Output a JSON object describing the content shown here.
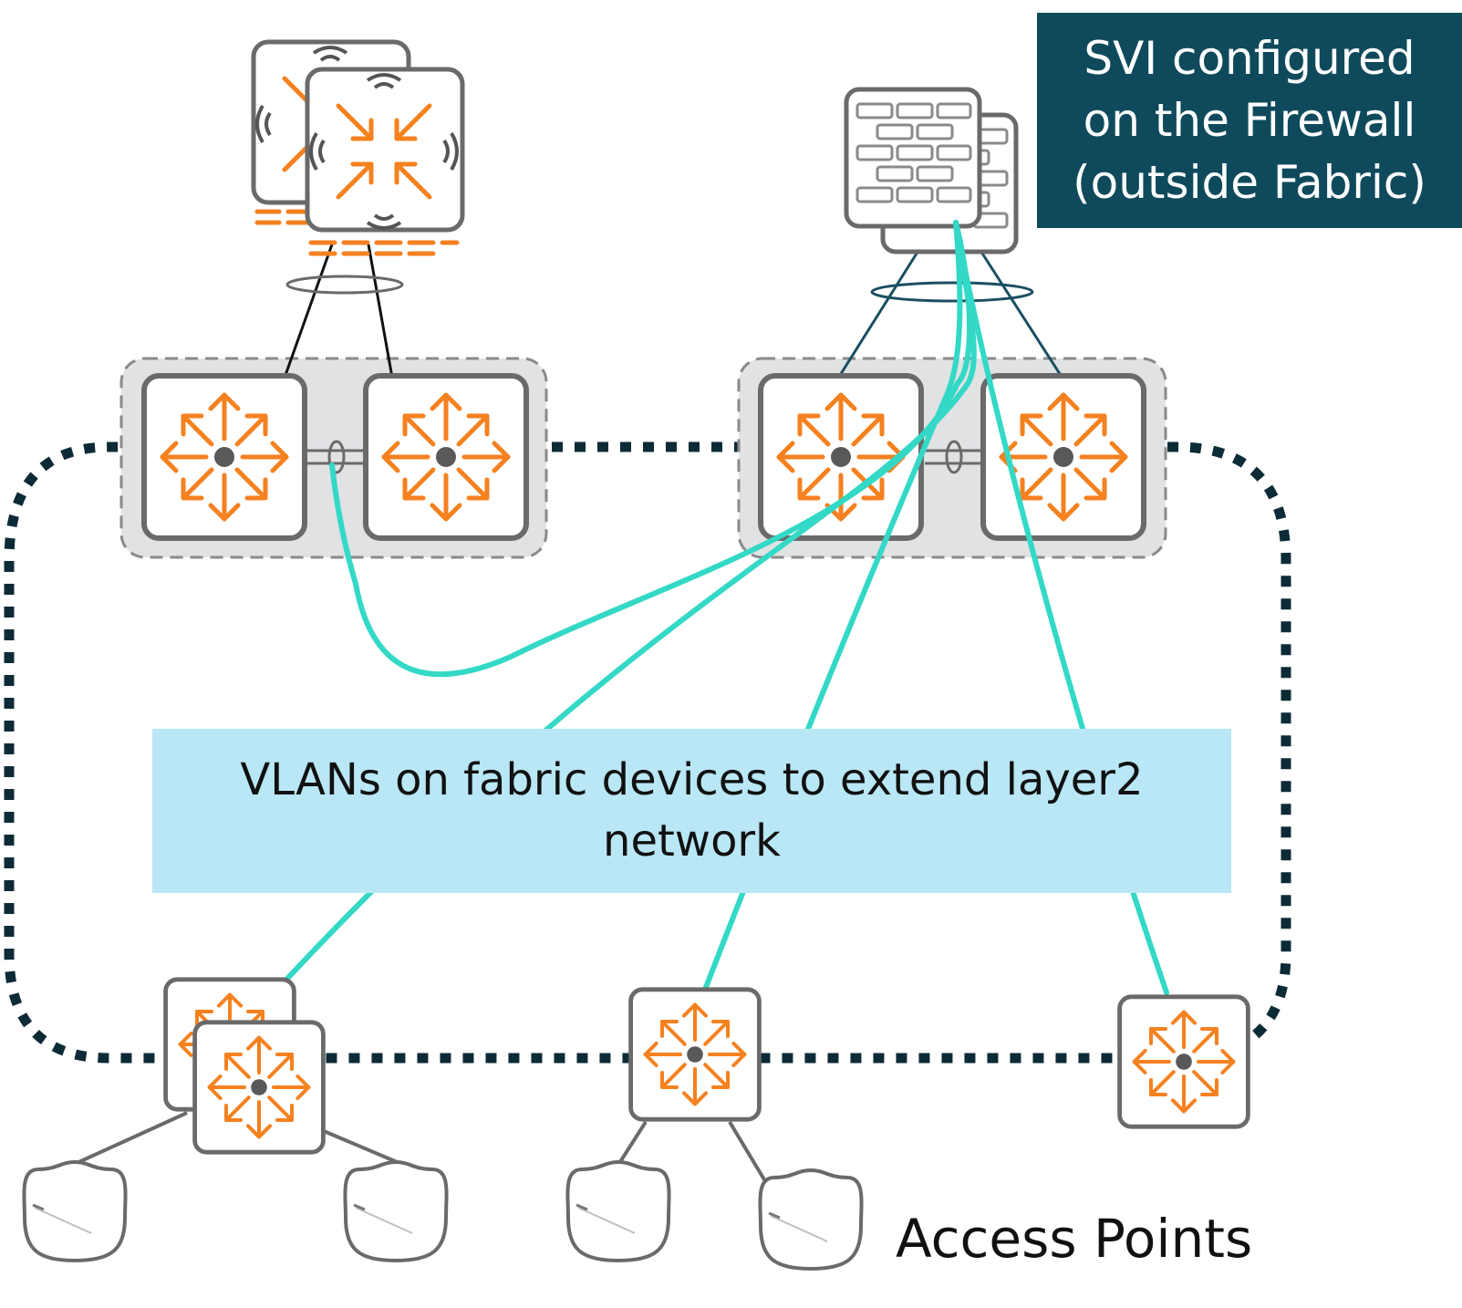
{
  "callouts": {
    "svi": "SVI configured on the Firewall (outside Fabric)",
    "vlan": "VLANs on fabric devices to extend layer2 network"
  },
  "labels": {
    "access_points": "Access Points"
  },
  "colors": {
    "switch_orange": "#f5811f",
    "switch_border": "#6a6a6a",
    "hub_dot": "#58595b",
    "fabric_ring": "#0d2b36",
    "vlan_link": "#33d9c6",
    "firewall_link": "#1a4e62",
    "svi_bg": "#0f4a5c",
    "vlan_bg": "#b9e7f5",
    "cluster_bg": "#e1e2e4"
  },
  "icons": {
    "switch": "switch-icon",
    "firewall": "firewall-icon",
    "controller": "wireless-controller-icon",
    "access_point": "access-point-icon"
  }
}
